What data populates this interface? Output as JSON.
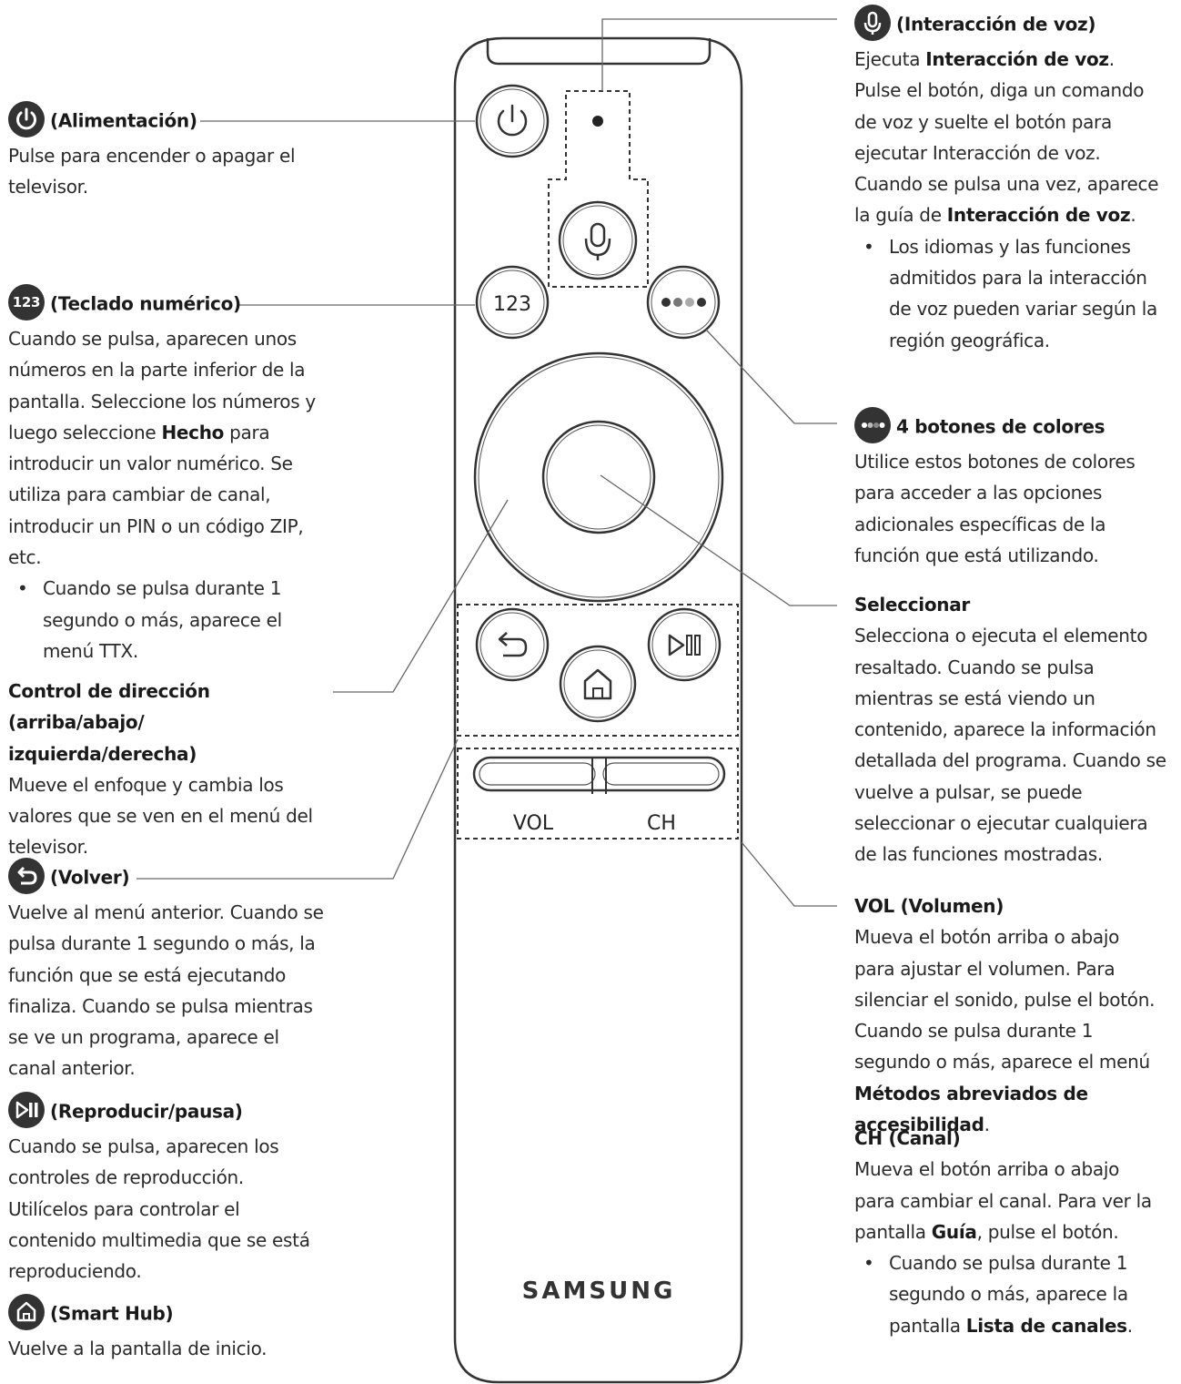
{
  "remote": {
    "brand": "SAMSUNG",
    "numeric_button": "123",
    "vol_label": "VOL",
    "ch_label": "CH"
  },
  "left": {
    "power": {
      "title": "(Alimentación)",
      "text": "Pulse para encender o apagar el televisor."
    },
    "numeric": {
      "icon_text": "123",
      "title": "(Teclado numérico)",
      "text_1": "Cuando se pulsa, aparecen unos números en la parte inferior de la pantalla. Seleccione los números y luego seleccione ",
      "bold_1": "Hecho",
      "text_2": " para introducir un valor numérico. Se utiliza para cambiar de canal, introducir un PIN o un código ZIP, etc.",
      "bullet": "Cuando se pulsa durante 1 segundo o más, aparece el menú TTX."
    },
    "direction": {
      "title": "Control de dirección (arriba/abajo/ izquierda/derecha)",
      "text": "Mueve el enfoque y cambia los valores que se ven en el menú del televisor."
    },
    "back": {
      "title": "(Volver)",
      "text": "Vuelve al menú anterior. Cuando se pulsa durante 1 segundo o más, la función que se está ejecutando finaliza. Cuando se pulsa mientras se ve un programa, aparece el canal anterior."
    },
    "play": {
      "title": "(Reproducir/pausa)",
      "text": "Cuando se pulsa, aparecen los controles de reproducción. Utilícelos para controlar el contenido multimedia que se está reproduciendo."
    },
    "home": {
      "title": "(Smart Hub)",
      "text": "Vuelve a la pantalla de inicio."
    }
  },
  "right": {
    "voice": {
      "title": "(Interacción de voz)",
      "text_1": "Ejecuta ",
      "bold_1": "Interacción de voz",
      "text_2": ". Pulse el botón, diga un comando de voz y suelte el botón para ejecutar Interacción de voz. Cuando se pulsa una vez, aparece la guía de ",
      "bold_2": "Interacción de voz",
      "text_3": ".",
      "bullet": "Los idiomas y las funciones admitidos para la interacción de voz pueden variar según la región geográfica."
    },
    "colors": {
      "title": "4 botones de colores",
      "text": "Utilice estos botones de colores para acceder a las opciones adicionales específicas de la función que está utilizando."
    },
    "select": {
      "title": "Seleccionar",
      "text": "Selecciona o ejecuta el elemento resaltado. Cuando se pulsa mientras se está viendo un contenido, aparece la información detallada del programa. Cuando se vuelve a pulsar, se puede seleccionar o ejecutar cualquiera de las funciones mostradas."
    },
    "vol": {
      "title": "VOL (Volumen)",
      "text_1": "Mueva el botón arriba o abajo para ajustar el volumen. Para silenciar el sonido, pulse el botón. Cuando se pulsa durante 1 segundo o más, aparece el menú ",
      "bold_1": "Métodos abreviados de accesibilidad",
      "text_2": "."
    },
    "ch": {
      "title": "CH (Canal)",
      "text_1": "Mueva el botón arriba o abajo para cambiar el canal. Para ver la pantalla ",
      "bold_1": "Guía",
      "text_2": ", pulse el botón.",
      "bullet_1": "Cuando se pulsa durante 1 segundo o más, aparece la pantalla ",
      "bullet_bold": "Lista de canales",
      "bullet_2": "."
    }
  }
}
